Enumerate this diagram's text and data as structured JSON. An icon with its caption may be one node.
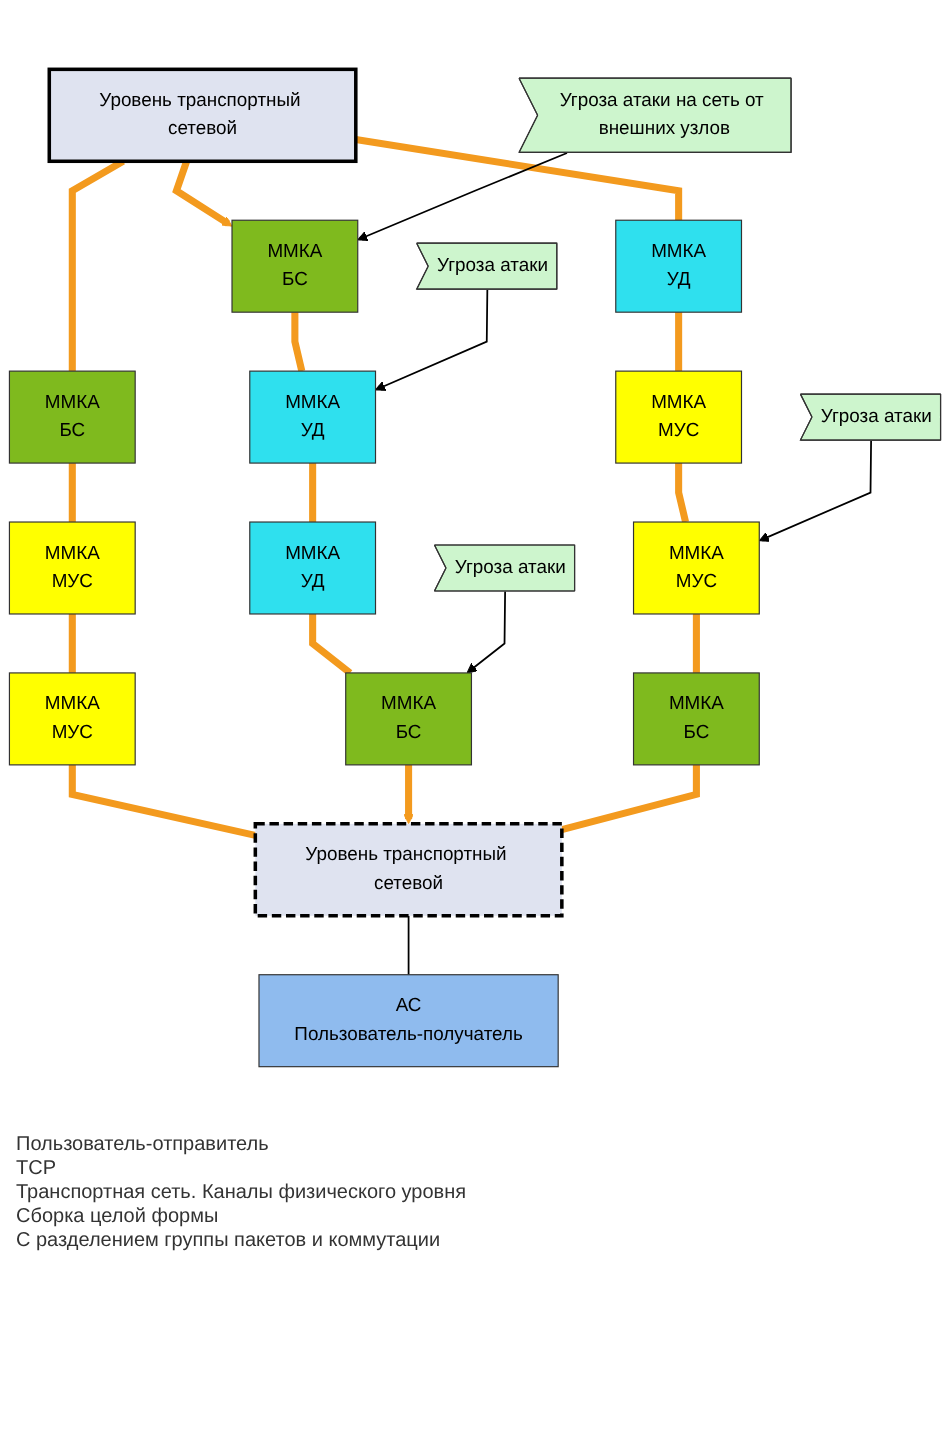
{
  "diagram": {
    "nodes": [
      {
        "text": [
          "Уровень транспортный сетевой"
        ]
      },
      {
        "text": [
          "ММКА",
          "БС"
        ]
      },
      {
        "text": [
          "ММКА",
          "БС"
        ]
      },
      {
        "text": [
          "ММКА",
          "УД"
        ]
      },
      {
        "text": [
          "ММКА",
          "УД"
        ]
      },
      {
        "text": [
          "ММКА",
          "МУС"
        ]
      },
      {
        "text": [
          "ММКА",
          "МУС"
        ]
      },
      {
        "text": [
          "ММКА",
          "МУС"
        ]
      },
      {
        "text": [
          "ММКА",
          "МУС"
        ]
      },
      {
        "text": [
          "ММКА",
          "УД"
        ]
      },
      {
        "text": [
          "ММКА",
          "БС"
        ]
      },
      {
        "text": [
          "ММКА",
          "БС"
        ]
      },
      {
        "text": [
          "Уровень транспортный сетевой"
        ]
      },
      {
        "text": [
          "АС",
          "Пользователь-получатель"
        ]
      },
      {
        "text": [
          "Угроза атаки на сеть от внешних узлов"
        ]
      },
      {
        "text": [
          "Угроза атаки"
        ]
      },
      {
        "text": [
          "Угроза атаки"
        ]
      },
      {
        "text": [
          "Угроза атаки"
        ]
      }
    ],
    "edges": [
      {
        "from": 0,
        "to": 1,
        "arrow": "none"
      },
      {
        "from": 0,
        "to": 2,
        "arrow": "to"
      },
      {
        "from": 0,
        "to": 4,
        "arrow": "none"
      },
      {
        "from": 1,
        "to": 5,
        "arrow": "none"
      },
      {
        "from": 2,
        "to": 3,
        "arrow": "none"
      },
      {
        "from": 4,
        "to": 6,
        "arrow": "none"
      },
      {
        "from": 5,
        "to": 7,
        "arrow": "none"
      },
      {
        "from": 3,
        "to": 9,
        "arrow": "none"
      },
      {
        "from": 6,
        "to": 8,
        "arrow": "none"
      },
      {
        "from": 9,
        "to": 10,
        "arrow": "none"
      },
      {
        "from": 8,
        "to": 11,
        "arrow": "none"
      },
      {
        "from": 7,
        "to": 12,
        "arrow": "none"
      },
      {
        "from": 10,
        "to": 12,
        "arrow": "to"
      },
      {
        "from": 11,
        "to": 12,
        "arrow": "none"
      },
      {
        "from": 12,
        "to": 13,
        "arrow": "none",
        "color": "#000000"
      },
      {
        "from": 14,
        "to": 2,
        "arrow": "to",
        "color": "#000000"
      },
      {
        "from": 15,
        "to": 3,
        "arrow": "to",
        "color": "#000000"
      },
      {
        "from": 16,
        "to": 8,
        "arrow": "to",
        "color": "#000000"
      },
      {
        "from": 17,
        "to": 10,
        "arrow": "to",
        "color": "#000000"
      }
    ],
    "labels": [
      "Пользователь-отправитель",
      "TCP",
      "Транспортная сеть. Каналы физического уровня",
      "Сборка целой формы",
      "С разделением группы пакетов и коммутации"
    ]
  }
}
